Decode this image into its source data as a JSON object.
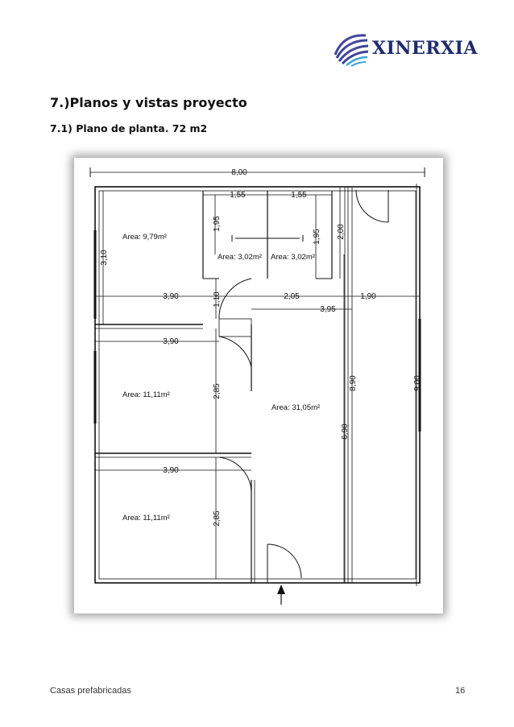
{
  "header": {
    "logo_text": "XINERXIA"
  },
  "section": {
    "title": "7.)Planos y vistas proyecto",
    "subtitle": "7.1) Plano de planta. 72 m2"
  },
  "plan": {
    "dimensions": {
      "total_width": "8,00",
      "total_height": "9,00",
      "height_890": "8,90",
      "height_690": "6,90",
      "room1_height": "3,10",
      "room1_width": "3,90",
      "bath_width_left": "1,55",
      "bath_width_right": "1,55",
      "bath_height_left": "1,95",
      "bath_height_right": "1,95",
      "hall_height": "1,10",
      "corridor_height": "2,00",
      "span_205": "2,05",
      "span_190": "1,90",
      "span_395": "3,95",
      "room2_width": "3,90",
      "room2_height": "2,85",
      "room3_width": "3,90",
      "room3_height": "2,85"
    },
    "areas": {
      "room1": "Area: 9,79m²",
      "bath1": "Area: 3,02m²",
      "bath2": "Area: 3,02m²",
      "room2": "Area: 11,11m²",
      "room3": "Area: 11,11m²",
      "living": "Area: 31,05m²"
    }
  },
  "footer": {
    "left": "Casas prefabricadas",
    "page": "16"
  }
}
